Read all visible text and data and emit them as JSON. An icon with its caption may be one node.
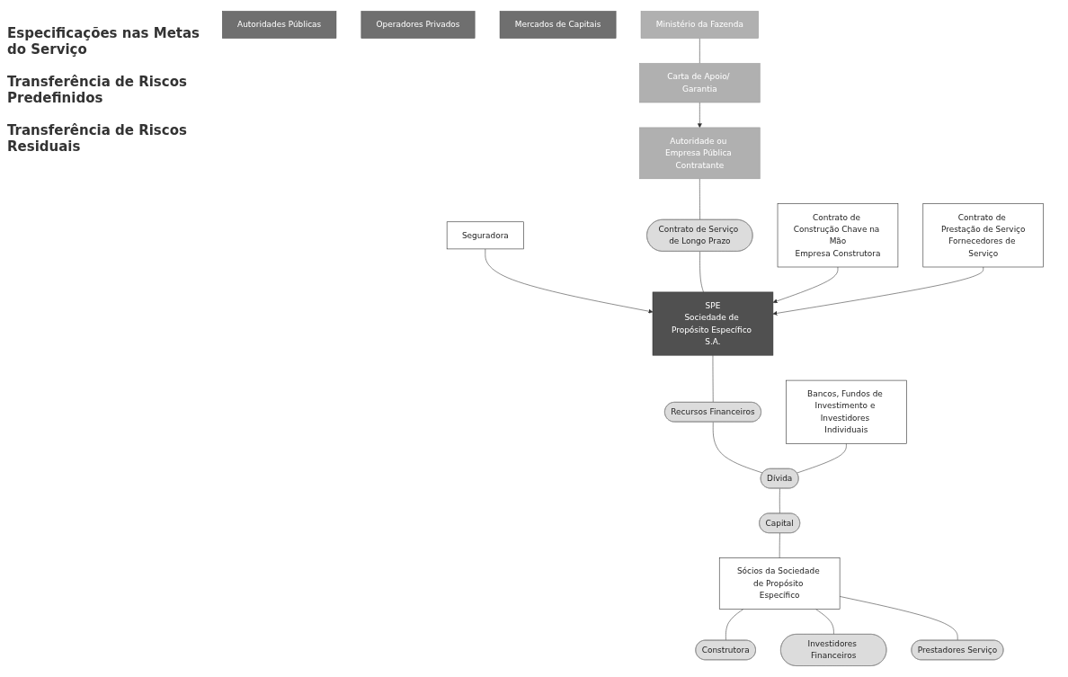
{
  "diagram": {
    "nodes": [
      {
        "text": [
          "Autoridades Públicas"
        ]
      },
      {
        "text": [
          "Operadores Privados"
        ]
      },
      {
        "text": [
          "Mercados de Capitais"
        ]
      },
      {
        "text": [
          "Seguradora"
        ]
      },
      {
        "text": [
          "Bancos, Fundos de Investimento e Investidores Individuais"
        ]
      },
      {
        "text": [
          "Autoridade ou Empresa Pública Contratante"
        ]
      },
      {
        "text": [
          "Contrato de Serviço de Longo Prazo"
        ]
      },
      {
        "text": [
          "SPE",
          "Sociedade de Propósito Específico S.A."
        ]
      },
      {
        "text": [
          "Recursos Financeiros"
        ]
      },
      {
        "text": [
          "Dívida"
        ]
      },
      {
        "text": [
          "Capital"
        ]
      },
      {
        "text": [
          "Carta de Apoio/ Garantia"
        ]
      },
      {
        "text": [
          "Contrato de Construção Chave na Mão",
          "Empresa Construtora"
        ]
      },
      {
        "text": [
          "Contrato de Prestação de Serviço",
          "Fornecedores de Serviço"
        ]
      },
      {
        "text": [
          "Sócios da Sociedade de Propósito Específico"
        ]
      },
      {
        "text": [
          "Ministério da Fazenda"
        ]
      },
      {
        "text": [
          "Construtora"
        ]
      },
      {
        "text": [
          "Prestadores Serviço"
        ]
      },
      {
        "text": [
          "Investidores Financeiros"
        ]
      }
    ],
    "edges": [
      {
        "from": 3,
        "to": 7,
        "arrow": "to"
      },
      {
        "from": 5,
        "to": 6,
        "arrow": "none"
      },
      {
        "from": 6,
        "to": 7,
        "arrow": "none"
      },
      {
        "from": 7,
        "to": 8,
        "arrow": "none"
      },
      {
        "from": 8,
        "to": 9,
        "arrow": "none"
      },
      {
        "from": 4,
        "to": 9,
        "arrow": "none"
      },
      {
        "from": 9,
        "to": 10,
        "arrow": "none"
      },
      {
        "from": 10,
        "to": 14,
        "arrow": "none"
      },
      {
        "from": 11,
        "to": 5,
        "arrow": "to"
      },
      {
        "from": 15,
        "to": 11,
        "arrow": "none"
      },
      {
        "from": 12,
        "to": 7,
        "arrow": "to"
      },
      {
        "from": 13,
        "to": 7,
        "arrow": "to"
      },
      {
        "from": 14,
        "to": 16,
        "arrow": "none"
      },
      {
        "from": 14,
        "to": 18,
        "arrow": "none"
      },
      {
        "from": 14,
        "to": 17,
        "arrow": "none"
      }
    ],
    "labels": [
      "Especificações nas Metas do Serviço",
      "Transferência de Riscos Predefinidos",
      "Transferência de Riscos Residuais"
    ]
  }
}
